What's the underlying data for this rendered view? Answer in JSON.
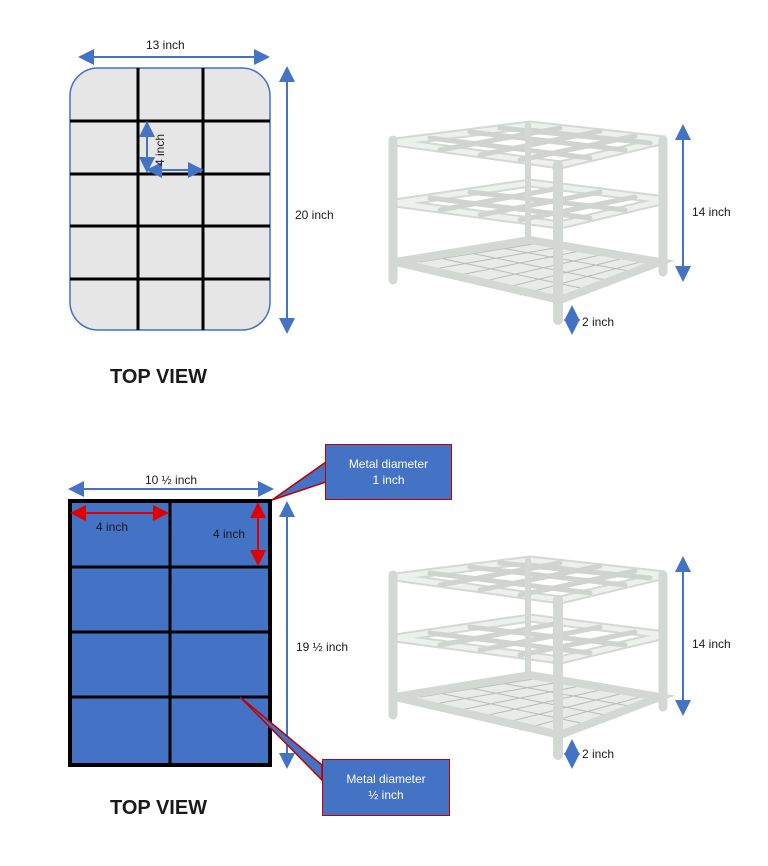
{
  "diagram1": {
    "width_label": "13 inch",
    "height_label": "20 inch",
    "cell_label": "4 inch",
    "view_label": "TOP VIEW",
    "rack_height_label": "14 inch",
    "leg_height_label": "2 inch",
    "grid_fill": "#e6e6e6",
    "outline_color": "#4472c4"
  },
  "diagram2": {
    "width_label": "10 ½ inch",
    "height_label": "19 ½  inch",
    "cell_width_label": "4 inch",
    "cell_height_label": "4 inch",
    "view_label": "TOP VIEW",
    "rack_height_label": "14 inch",
    "leg_height_label": "2 inch",
    "callout_top": "Metal diameter\n1 inch",
    "callout_bottom": "Metal diameter\n½ inch",
    "grid_fill": "#4472c4",
    "dimension_arrow_color": "#4472c4",
    "cell_arrow_color": "#e00000"
  }
}
